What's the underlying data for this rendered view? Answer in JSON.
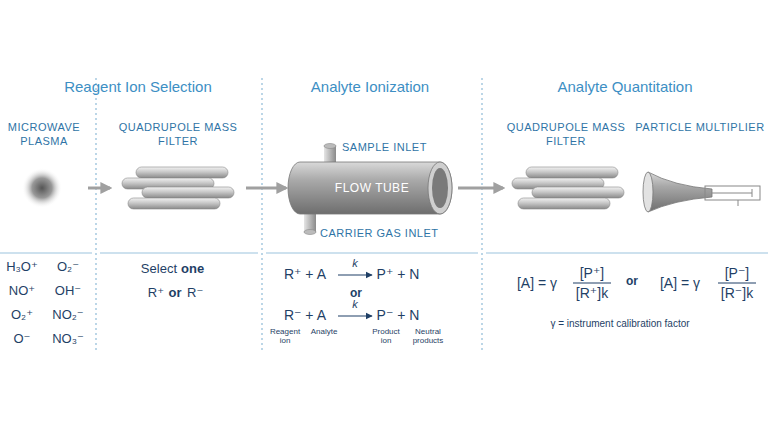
{
  "diagram": {
    "nodes": [
      {
        "text": [
          "MICROWAVE PLASMA"
        ]
      },
      {
        "text": [
          "QUADRUPOLE MASS FILTER"
        ]
      },
      {
        "text": [
          "FLOW TUBE"
        ]
      },
      {
        "text": [
          "QUADRUPOLE MASS FILTER"
        ]
      },
      {
        "text": [
          "PARTICLE MULTIPLIER"
        ]
      }
    ],
    "edges": [
      {
        "from": 0,
        "to": 1,
        "arrow": "to"
      },
      {
        "from": 1,
        "to": 2,
        "arrow": "to"
      },
      {
        "from": 2,
        "to": 3,
        "arrow": "to"
      }
    ],
    "labels": [
      "Reagent Ion Selection",
      "Analyte Ionization",
      "Analyte Quantitation",
      "SAMPLE INLET",
      "CARRIER GAS INLET",
      "H₃O⁺",
      "O₂⁻",
      "NO⁺",
      "OH⁻",
      "O₂⁺",
      "NO₂⁻",
      "O⁻",
      "NO₃⁻",
      "Select",
      "one",
      "R⁺",
      "or",
      "R⁻",
      "R⁺ + A",
      "k",
      "P⁺ + N",
      "or",
      "R⁻ + A",
      "k",
      "P⁻ + N",
      "Reagent ion",
      "Analyte",
      "Product ion",
      "Neutral products",
      "[A] = γ",
      "[P⁺]",
      "[R⁺]k",
      "or",
      "[A] = γ",
      "[P⁻]",
      "[R⁻]k",
      "γ = instrument calibration factor"
    ]
  }
}
